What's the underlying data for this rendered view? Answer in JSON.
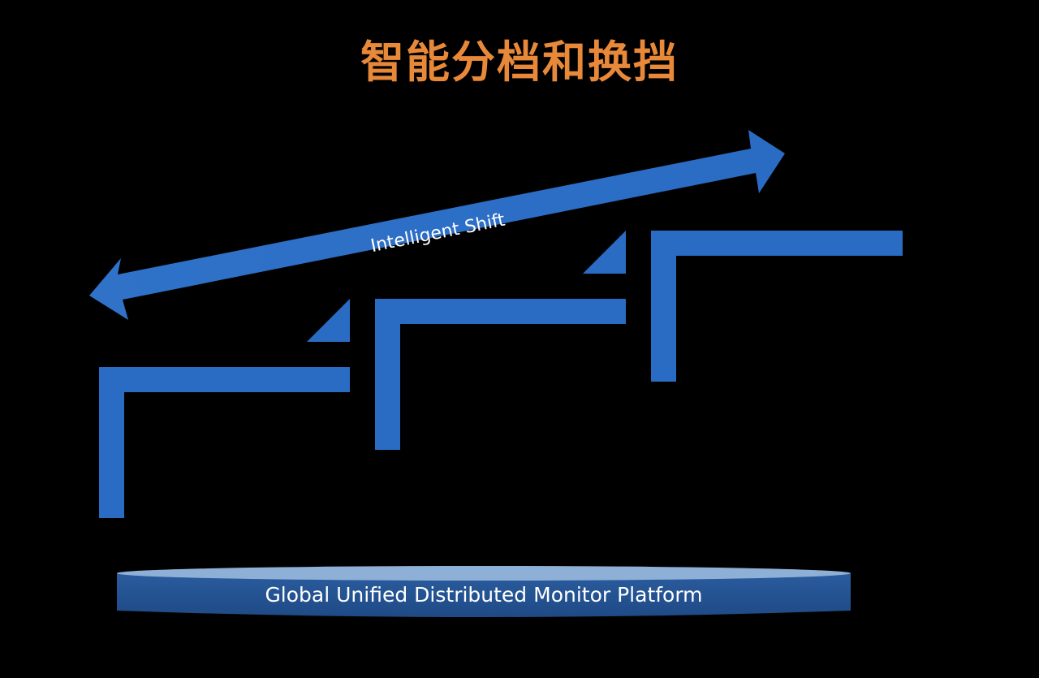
{
  "title": "智能分档和换挡",
  "arrow": {
    "label": "Intelligent Shift"
  },
  "platform": {
    "label": "Global Unified Distributed Monitor Platform"
  },
  "colors": {
    "background": "#000000",
    "title": "#e8893a",
    "shape_blue": "#2a6cc4",
    "arrow_blue_start": "#2f72c8",
    "arrow_blue_end": "#2a6cc4",
    "platform_top": "#8fb0d6",
    "platform_body": "#23508f",
    "text_white": "#ffffff"
  },
  "gears": [
    {
      "name": "gear-step-1"
    },
    {
      "name": "gear-step-2"
    },
    {
      "name": "gear-step-3"
    }
  ]
}
